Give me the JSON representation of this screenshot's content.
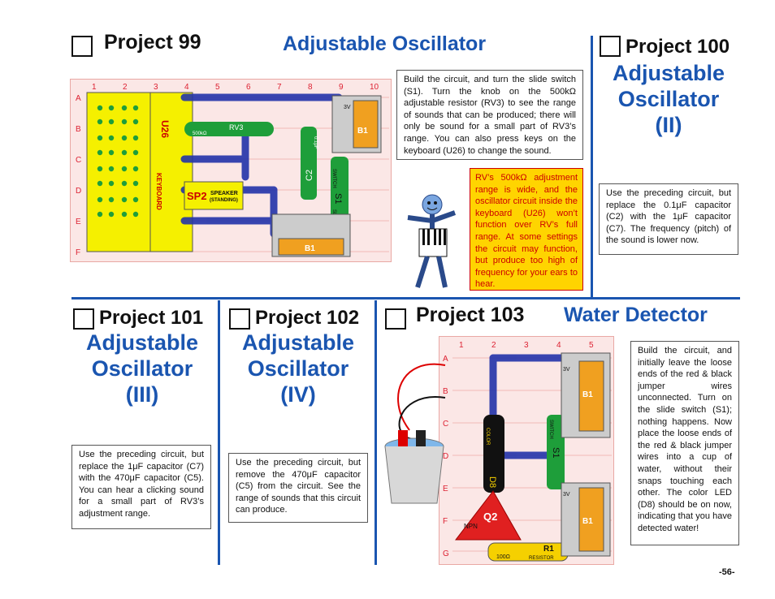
{
  "p99": {
    "title": "Project 99",
    "subtitle": "Adjustable Oscillator",
    "text": "Build the circuit, and turn the slide switch (S1). Turn the knob on the 500kΩ adjustable resistor (RV3) to see the range of sounds that can be produced; there will only be sound for a small part of RV3’s range. You can also press keys on the keyboard (U26) to change the sound.",
    "note": "RV’s 500kΩ adjustment range is wide, and the oscillator circuit inside the keyboard (U26) won’t function over RV’s full range. At some settings the circuit may function, but produce too high of frequency for your ears to hear."
  },
  "p100": {
    "title": "Project 100",
    "subtitle_lines": [
      "Adjustable",
      "Oscillator",
      "(II)"
    ],
    "text": "Use the preceding circuit, but replace the 0.1μF capacitor (C2) with the 1μF capacitor (C7). The frequency (pitch) of the sound is lower now."
  },
  "p101": {
    "title": "Project 101",
    "subtitle_lines": [
      "Adjustable",
      "Oscillator",
      "(III)"
    ],
    "text": "Use the preceding circuit, but replace the 1μF capacitor (C7) with the 470μF capacitor (C5). You can hear a clicking sound for a small part of RV3’s adjustment range."
  },
  "p102": {
    "title": "Project 102",
    "subtitle_lines": [
      "Adjustable",
      "Oscillator",
      "(IV)"
    ],
    "text": "Use the preceding circuit, but remove the 470μF capacitor (C5) from the circuit. See the range of sounds that this circuit can produce."
  },
  "p103": {
    "title": "Project 103",
    "subtitle": "Water Detector",
    "text": "Build the circuit, and initially leave the loose ends of the red & black jumper wires unconnected. Turn on the slide switch (S1); nothing happens. Now place the loose ends of the red & black jumper wires into a cup of water, without their snaps touching each other. The color LED (D8) should be on now, indicating that you have detected water!"
  },
  "board1": {
    "cols": [
      "1",
      "2",
      "3",
      "4",
      "5",
      "6",
      "7",
      "8",
      "9",
      "10"
    ],
    "rows": [
      "A",
      "B",
      "C",
      "D",
      "E",
      "F"
    ],
    "labels": {
      "u26": "U26",
      "keyboard": "KEYBOARD",
      "rv3": "RV3",
      "rv3_val": "500kΩ",
      "speaker": "SP2",
      "speaker_sub": "SPEAKER",
      "speaker_sub2": "(STANDING)",
      "c2": "C2",
      "c2_val": "0.1μF",
      "s1": "S1",
      "switch": "SWITCH",
      "slide": "SLIDE",
      "b1": "B1",
      "b1b": "B1",
      "v3": "3V"
    }
  },
  "board2": {
    "cols": [
      "1",
      "2",
      "3",
      "4",
      "5"
    ],
    "rows": [
      "A",
      "B",
      "C",
      "D",
      "E",
      "F",
      "G"
    ],
    "labels": {
      "d8": "D8",
      "color": "COLOR",
      "q2": "Q2",
      "npn": "NPN",
      "r1": "R1",
      "r1_val": "100Ω",
      "resistor": "RESISTOR",
      "s1": "S1",
      "switch": "SWITCH",
      "b1a": "B1",
      "b1b": "B1",
      "v3a": "3V",
      "v3b": "3V"
    }
  },
  "colors": {
    "accent": "#1a55b0",
    "board": "#fbe7e6",
    "note_bg": "#ffd400",
    "note_text": "#cc0000"
  },
  "page_number": "-56-"
}
